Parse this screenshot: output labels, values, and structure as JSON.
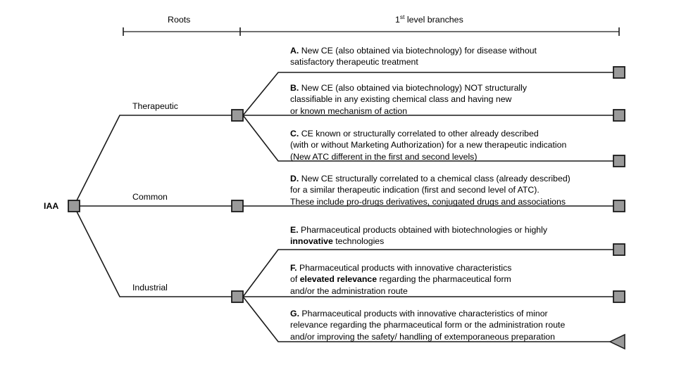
{
  "figure": {
    "root_label": "IAA",
    "ruler": {
      "roots_label": "Roots",
      "branches_label_pre": "1",
      "branches_label_sup": "st",
      "branches_label_post": " level branches"
    },
    "edges": [
      {
        "id": "therapeutic",
        "label": "Therapeutic"
      },
      {
        "id": "common",
        "label": "Common"
      },
      {
        "id": "industrial",
        "label": "Industrial"
      }
    ],
    "leaves": [
      {
        "id": "A",
        "marker": "A.",
        "parent": "therapeutic",
        "terminal": "square",
        "lines": [
          [
            {
              "text": "A.",
              "bold": true
            },
            {
              "text": " New CE (also obtained via biotechnology) for disease without",
              "bold": false
            }
          ],
          [
            {
              "text": "satisfactory therapeutic treatment",
              "bold": false
            }
          ]
        ]
      },
      {
        "id": "B",
        "marker": "B.",
        "parent": "therapeutic",
        "terminal": "square",
        "lines": [
          [
            {
              "text": "B.",
              "bold": true
            },
            {
              "text": " New CE (also obtained via biotechnology) NOT structurally",
              "bold": false
            }
          ],
          [
            {
              "text": "classifiable in any existing chemical class and having new",
              "bold": false
            }
          ],
          [
            {
              "text": "or known mechanism of action",
              "bold": false
            }
          ]
        ]
      },
      {
        "id": "C",
        "marker": "C.",
        "parent": "therapeutic",
        "terminal": "square",
        "lines": [
          [
            {
              "text": "C.",
              "bold": true
            },
            {
              "text": " CE known or structurally correlated to other already described",
              "bold": false
            }
          ],
          [
            {
              "text": "(with or without Marketing Authorization) for a new therapeutic indication",
              "bold": false
            }
          ],
          [
            {
              "text": "(New ATC different in the first and second levels)",
              "bold": false
            }
          ]
        ]
      },
      {
        "id": "D",
        "marker": "D.",
        "parent": "common",
        "terminal": "square",
        "lines": [
          [
            {
              "text": "D.",
              "bold": true
            },
            {
              "text": " New CE structurally correlated to a chemical class (already described)",
              "bold": false
            }
          ],
          [
            {
              "text": "for a similar therapeutic indication (first and second level of ATC).",
              "bold": false
            }
          ],
          [
            {
              "text": "These include pro-drugs derivatives, conjugated drugs and associations",
              "bold": false
            }
          ]
        ]
      },
      {
        "id": "E",
        "marker": "E.",
        "parent": "industrial",
        "terminal": "square",
        "lines": [
          [
            {
              "text": "E.",
              "bold": true
            },
            {
              "text": " Pharmaceutical products obtained with biotechnologies or highly",
              "bold": false
            }
          ],
          [
            {
              "text": "innovative",
              "bold": true
            },
            {
              "text": " technologies",
              "bold": false
            }
          ]
        ]
      },
      {
        "id": "F",
        "marker": "F.",
        "parent": "industrial",
        "terminal": "square",
        "lines": [
          [
            {
              "text": "F.",
              "bold": true
            },
            {
              "text": " Pharmaceutical products with innovative characteristics",
              "bold": false
            }
          ],
          [
            {
              "text": "of ",
              "bold": false
            },
            {
              "text": "elevated relevance",
              "bold": true
            },
            {
              "text": " regarding the pharmaceutical form",
              "bold": false
            }
          ],
          [
            {
              "text": "and/or the administration route",
              "bold": false
            }
          ]
        ]
      },
      {
        "id": "G",
        "marker": "G.",
        "parent": "industrial",
        "terminal": "triangle",
        "lines": [
          [
            {
              "text": "G.",
              "bold": true
            },
            {
              "text": " Pharmaceutical products with innovative characteristics of minor",
              "bold": false
            }
          ],
          [
            {
              "text": "relevance regarding the pharmaceutical form or the administration route",
              "bold": false
            }
          ],
          [
            {
              "text": "and/or improving the safety/ handling of extemporaneous preparation",
              "bold": false
            }
          ]
        ]
      }
    ],
    "colors": {
      "node_fill": "#9a9a9a",
      "stroke": "#1a1a1a",
      "background": "#ffffff"
    }
  }
}
